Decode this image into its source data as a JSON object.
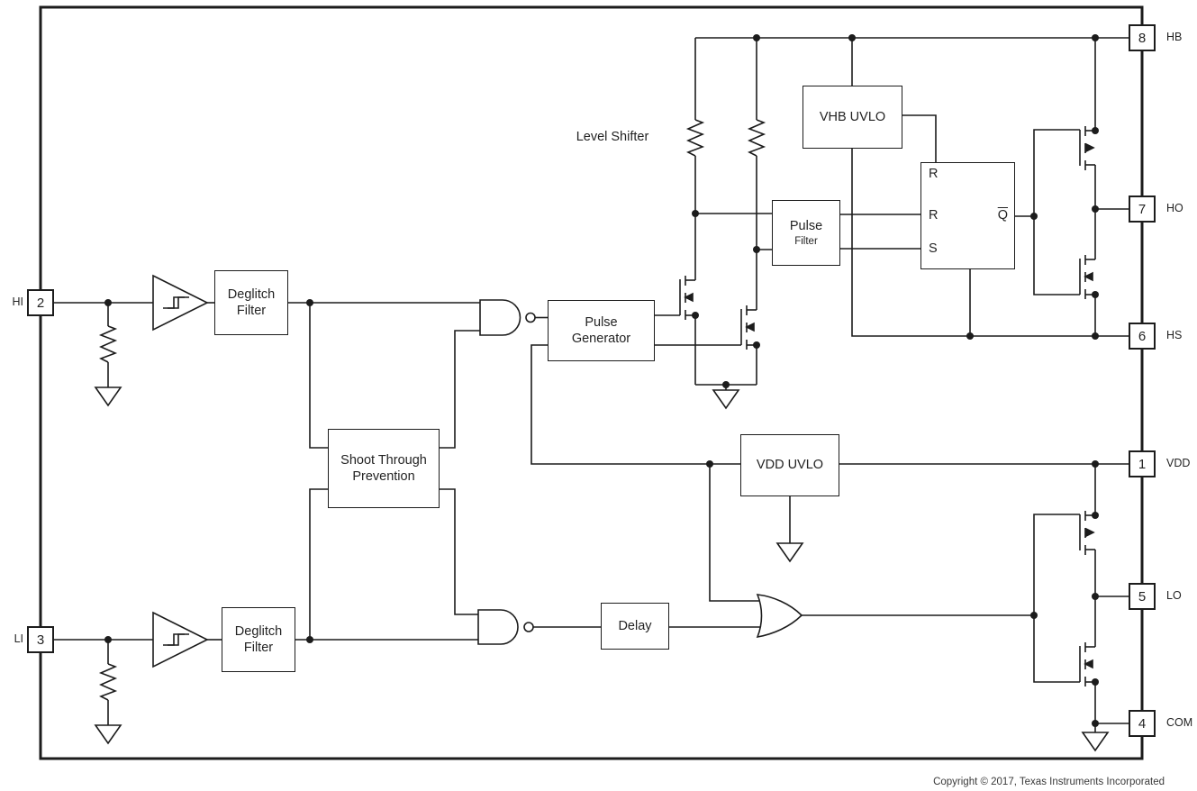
{
  "diagram": {
    "blocks": {
      "deglitch_hi": "Deglitch\nFilter",
      "deglitch_li": "Deglitch\nFilter",
      "shoot_through": "Shoot Through\nPrevention",
      "pulse_generator": "Pulse\nGenerator",
      "delay": "Delay",
      "pulse_filter_line1": "Pulse",
      "pulse_filter_line2": "Filter",
      "vhb_uvlo": "VHB UVLO",
      "vdd_uvlo": "VDD UVLO"
    },
    "latch": {
      "r_top": "R",
      "r_mid": "R",
      "s": "S",
      "q": "Q"
    },
    "annotations": {
      "level_shifter": "Level Shifter"
    },
    "pins": {
      "left": [
        {
          "number": "2",
          "name": "HI"
        },
        {
          "number": "3",
          "name": "LI"
        }
      ],
      "right": [
        {
          "number": "8",
          "name": "HB"
        },
        {
          "number": "7",
          "name": "HO"
        },
        {
          "number": "6",
          "name": "HS"
        },
        {
          "number": "1",
          "name": "VDD"
        },
        {
          "number": "5",
          "name": "LO"
        },
        {
          "number": "4",
          "name": "COM"
        }
      ]
    },
    "footer": {
      "copyright": "Copyright © 2017, Texas Instruments Incorporated"
    },
    "colors": {
      "line": "#1c1c1c",
      "text": "#232323",
      "background": "#ffffff"
    }
  }
}
